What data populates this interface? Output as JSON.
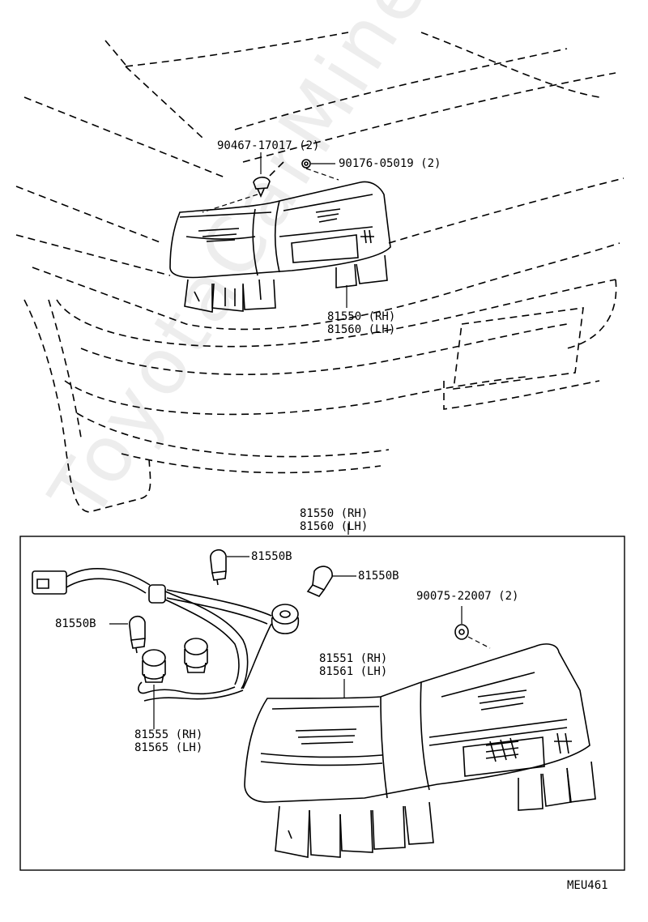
{
  "labels": {
    "screw": "90467-17017 (2)",
    "clip": "90176-05019 (2)",
    "assy_top_rh": "81550 (RH)",
    "assy_top_lh": "81560 (LH)",
    "assy_box_rh": "81550 (RH)",
    "assy_box_lh": "81560 (LH)",
    "bulb_a": "81550B",
    "bulb_b": "81550B",
    "bulb_c": "81550B",
    "nut": "90075-22007 (2)",
    "lens_rh": "81551 (RH)",
    "lens_lh": "81561 (LH)",
    "socket_rh": "81555 (RH)",
    "socket_lh": "81565 (LH)",
    "ref_code": "MEU461"
  },
  "watermark": "ToyotaCarMine.ru",
  "colors": {
    "ink": "#000000",
    "paper": "#ffffff"
  }
}
